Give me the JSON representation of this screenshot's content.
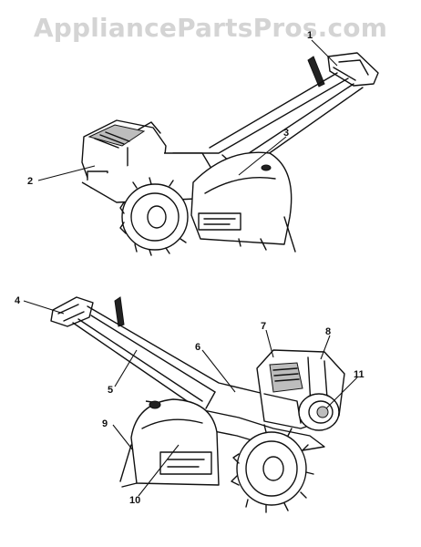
{
  "watermark": "AppliancePartsPros.com",
  "corner_text": "",
  "upper_view_labels": [
    {
      "id": "1",
      "text": "1"
    },
    {
      "id": "2",
      "text": "2"
    },
    {
      "id": "3",
      "text": "3"
    }
  ],
  "lower_view_labels": [
    {
      "id": "4",
      "text": "4"
    },
    {
      "id": "5",
      "text": "5"
    },
    {
      "id": "6",
      "text": "6"
    },
    {
      "id": "7",
      "text": "7"
    },
    {
      "id": "8",
      "text": "8"
    },
    {
      "id": "9",
      "text": "9"
    },
    {
      "id": "10",
      "text": "10"
    },
    {
      "id": "11",
      "text": "11"
    }
  ]
}
